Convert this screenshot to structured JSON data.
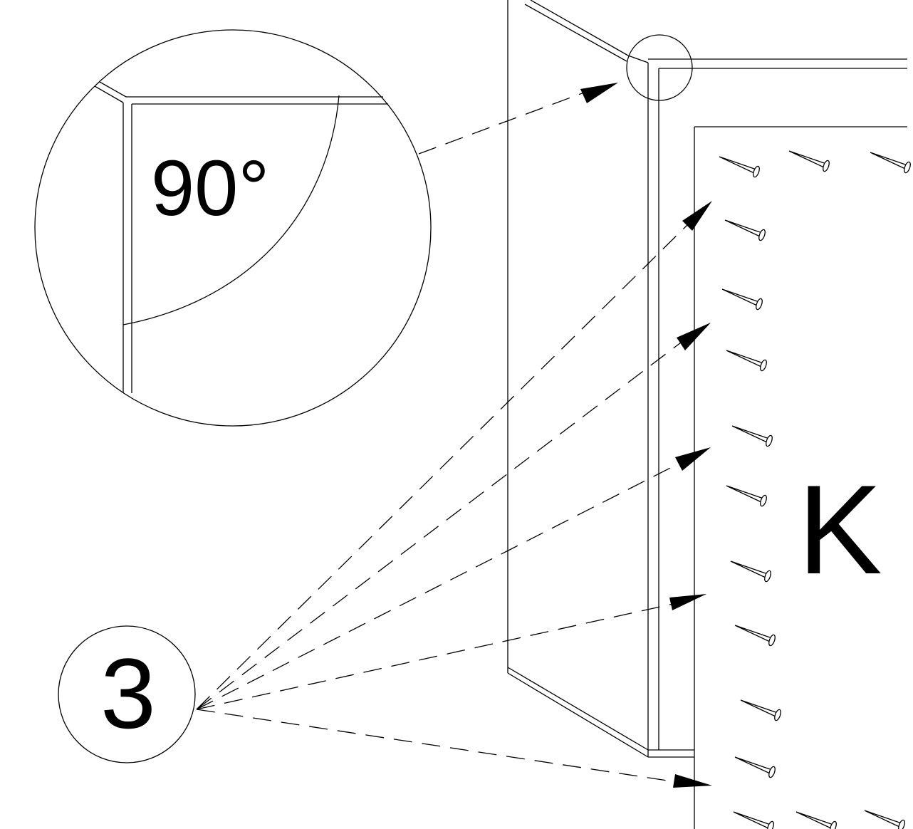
{
  "labels": {
    "angle": "90°",
    "step_number": "3",
    "panel_letter": "K"
  },
  "colors": {
    "line": "#000000",
    "background": "#ffffff"
  },
  "icons": {
    "nail": "nail-icon",
    "arrow": "arrowhead-icon"
  }
}
